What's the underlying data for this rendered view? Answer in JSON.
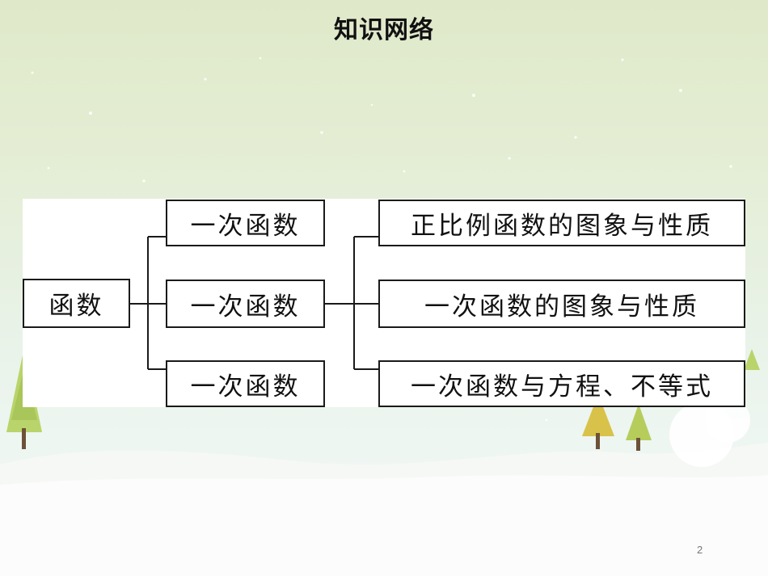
{
  "title": "知识网络",
  "root": {
    "label": "函数"
  },
  "middle": [
    {
      "label": "一次函数"
    },
    {
      "label": "一次函数"
    },
    {
      "label": "一次函数"
    }
  ],
  "leaves": [
    {
      "label": "正比例函数的图象与性质"
    },
    {
      "label": "一次函数的图象与性质"
    },
    {
      "label": "一次函数与方程、不等式"
    }
  ],
  "page_number": "2"
}
